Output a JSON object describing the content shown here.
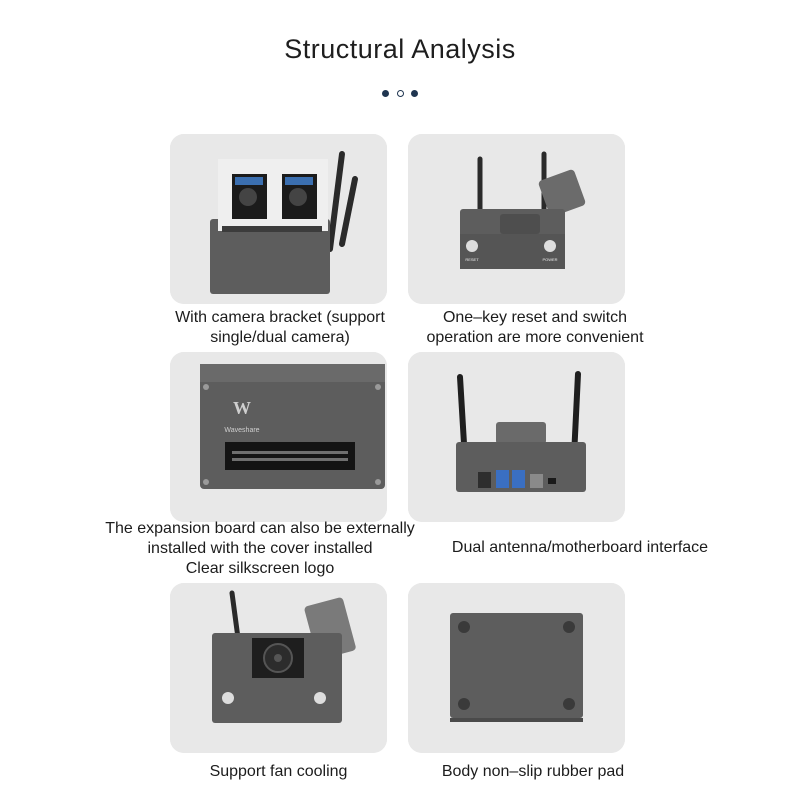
{
  "header": {
    "title": "Structural Analysis"
  },
  "pager": {
    "pages": 3,
    "active": 2
  },
  "colors": {
    "card_bg": "#e8e8e8",
    "device": "#5d5d5d",
    "device_dark": "#3c3c3c",
    "accent_dot": "#1f3550"
  },
  "features": [
    {
      "caption_lines": [
        "With camera bracket (support",
        "single/dual camera)"
      ]
    },
    {
      "caption_lines": [
        "One–key reset and switch",
        "operation are more convenient"
      ],
      "labels": [
        "RESET",
        "POWER"
      ]
    },
    {
      "caption_lines": [
        "The expansion board can also be externally",
        "installed with the cover installed",
        "Clear silkscreen logo"
      ],
      "labels": [
        "Waveshare"
      ]
    },
    {
      "caption_lines": [
        "Dual antenna/motherboard interface"
      ]
    },
    {
      "caption_lines": [
        "Support fan cooling"
      ]
    },
    {
      "caption_lines": [
        "Body non–slip rubber pad"
      ]
    }
  ]
}
